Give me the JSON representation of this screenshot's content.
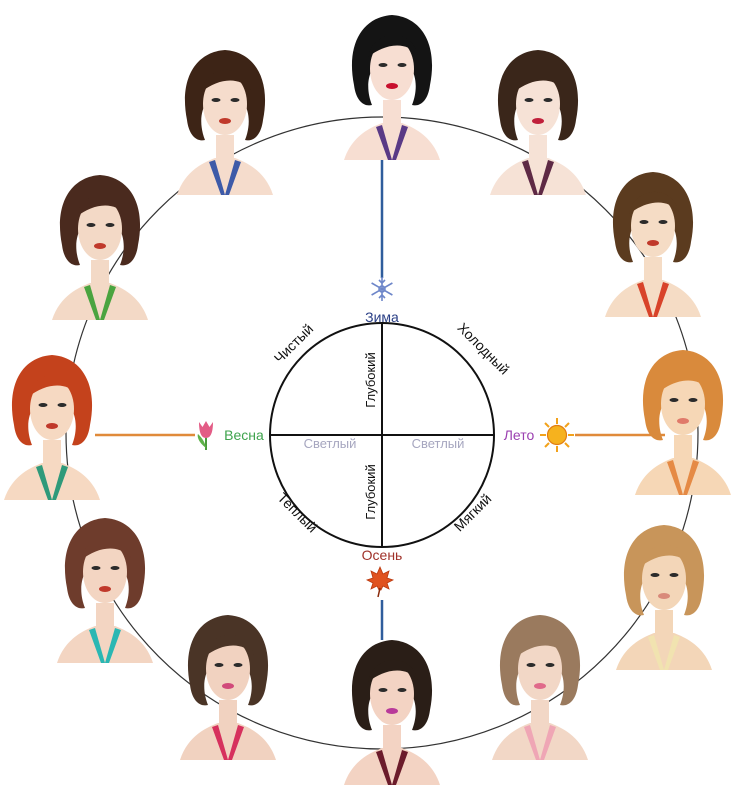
{
  "seasons": {
    "winter": "Зима",
    "spring": "Весна",
    "summer": "Лето",
    "autumn": "Осень"
  },
  "axes": {
    "pure": "Чистый",
    "cold": "Холодный",
    "warm": "Теплый",
    "soft": "Мягкий",
    "deep_top": "Глубокий",
    "deep_bottom": "Глубокий",
    "light_left": "Светлый",
    "light_right": "Светлый"
  },
  "colors": {
    "winter_line": "#2f5d9c",
    "autumn_line": "#2f5d9c",
    "spring_line": "#e08a3a",
    "summer_line": "#e08a3a",
    "winter_text": "#2a3f86",
    "spring_text": "#3fa34d",
    "summer_text": "#9b3fb0",
    "autumn_text": "#a0322a",
    "light_text": "#a6a6bf",
    "axis_text": "#111111"
  },
  "portraits": [
    {
      "name": "portrait-winter-top",
      "hair": "#141414",
      "skin": "#f7ded2",
      "scarf": "#5a3a86",
      "lips": "#c8102e"
    },
    {
      "name": "portrait-winter-right",
      "hair": "#3a261a",
      "skin": "#f6e2d6",
      "scarf": "#5e2945",
      "lips": "#c01f3a"
    },
    {
      "name": "portrait-summer-upper",
      "hair": "#5b3b1f",
      "skin": "#f5dcc5",
      "scarf": "#d8432a",
      "lips": "#c0392b"
    },
    {
      "name": "portrait-summer-mid",
      "hair": "#d98a3c",
      "skin": "#f6d7b6",
      "scarf": "#e58a45",
      "lips": "#e07a6a"
    },
    {
      "name": "portrait-summer-lower",
      "hair": "#c8955a",
      "skin": "#f3d6b8",
      "scarf": "#f1e3b0",
      "lips": "#d98a7a"
    },
    {
      "name": "portrait-autumn-right",
      "hair": "#9a7a5e",
      "skin": "#f2d7c6",
      "scarf": "#efa6b5",
      "lips": "#e06a8a"
    },
    {
      "name": "portrait-autumn-bottom",
      "hair": "#2a1e17",
      "skin": "#f3d3c3",
      "scarf": "#6b1b2b",
      "lips": "#b83a9a"
    },
    {
      "name": "portrait-autumn-left",
      "hair": "#4a3426",
      "skin": "#f1d2c0",
      "scarf": "#d6315d",
      "lips": "#d14a7a"
    },
    {
      "name": "portrait-spring-lower",
      "hair": "#6e3c2c",
      "skin": "#f3d5c2",
      "scarf": "#2ab7b3",
      "lips": "#c0392b"
    },
    {
      "name": "portrait-spring-mid",
      "hair": "#c4421c",
      "skin": "#f6d9c2",
      "scarf": "#2f9a7a",
      "lips": "#c0392b"
    },
    {
      "name": "portrait-spring-upper",
      "hair": "#4a2a1e",
      "skin": "#f3d9c6",
      "scarf": "#4aa43f",
      "lips": "#c0392b"
    },
    {
      "name": "portrait-winter-left",
      "hair": "#3d2416",
      "skin": "#f5dccc",
      "scarf": "#3d5aa8",
      "lips": "#c0392b"
    }
  ]
}
